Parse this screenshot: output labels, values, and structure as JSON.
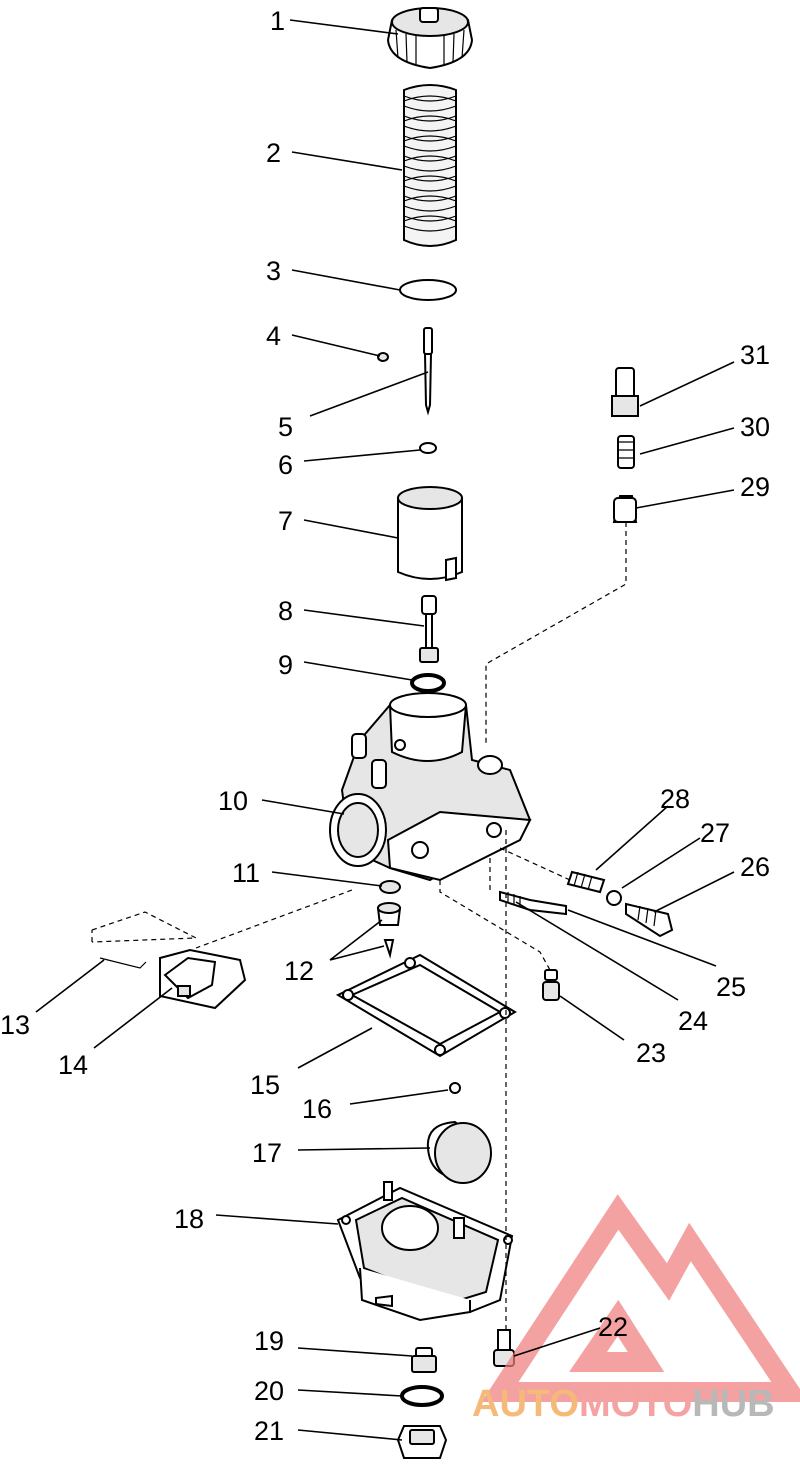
{
  "callouts": [
    "1",
    "2",
    "3",
    "4",
    "5",
    "6",
    "7",
    "8",
    "9",
    "10",
    "11",
    "12",
    "13",
    "14",
    "15",
    "16",
    "17",
    "18",
    "19",
    "20",
    "21",
    "22",
    "23",
    "24",
    "25",
    "26",
    "27",
    "28",
    "29",
    "30",
    "31"
  ],
  "watermark": {
    "part1": "AUTO",
    "part2": "MOTO",
    "part3": "HUB",
    "color_light": "#f5b97a",
    "color_mid": "#f4a2a2",
    "color_dark": "#b8b8b8",
    "logo_color": "#ef7d7d"
  }
}
